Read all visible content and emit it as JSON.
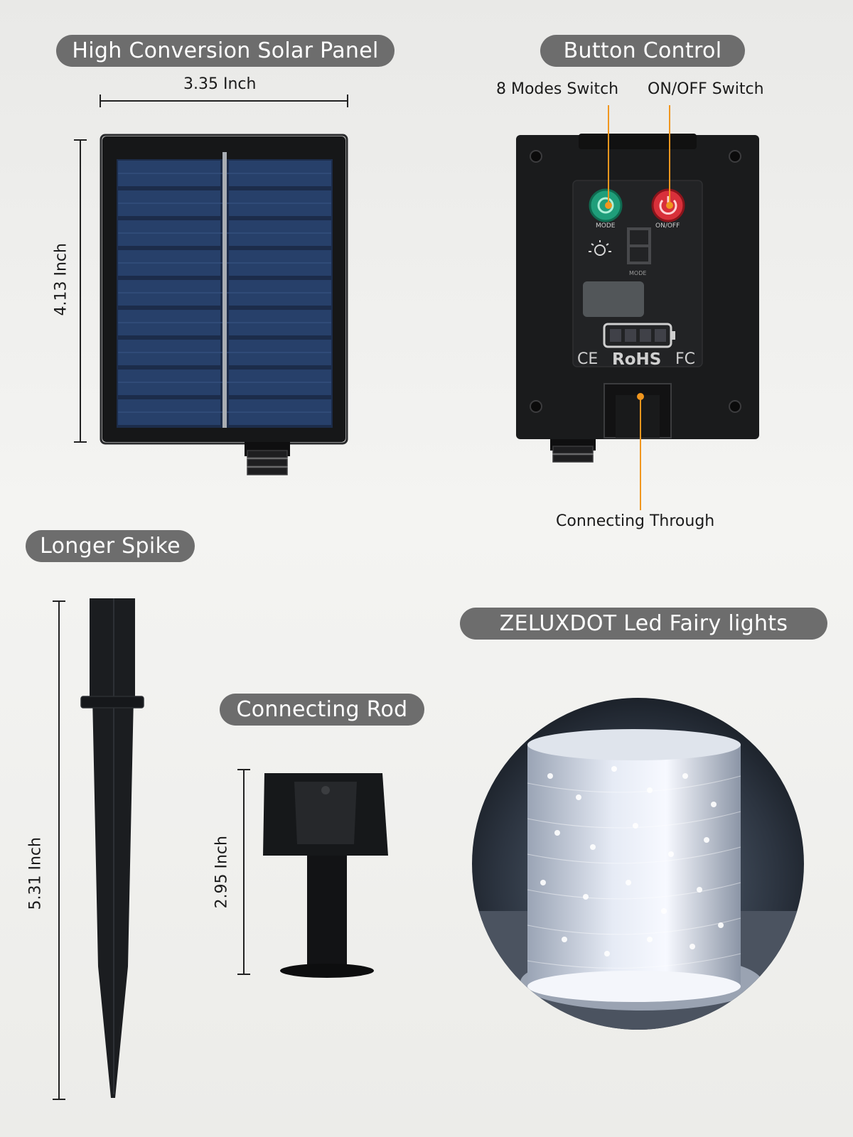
{
  "solar_panel": {
    "title": "High Conversion Solar Panel",
    "width_label": "3.35 Inch",
    "height_label": "4.13 Inch"
  },
  "button_control": {
    "title": "Button Control",
    "modes_callout": "8 Modes Switch",
    "onoff_callout": "ON/OFF Switch",
    "mode_button_caption": "MODE",
    "onoff_button_caption": "ON/OFF",
    "display_caption": "MODE",
    "cert_ce": "CE",
    "cert_rohs": "RoHS",
    "cert_fc": "FC",
    "connector_callout": "Connecting Through"
  },
  "spike": {
    "title": "Longer Spike",
    "height_label": "5.31 Inch"
  },
  "rod": {
    "title": "Connecting Rod",
    "height_label": "2.95 Inch"
  },
  "fairy_lights": {
    "title": "ZELUXDOT Led Fairy lights"
  },
  "colors": {
    "pill_bg": "#6d6d6d",
    "callout_orange": "#f0961e",
    "mode_button": "#1f9e7a",
    "power_button": "#d8303a"
  }
}
